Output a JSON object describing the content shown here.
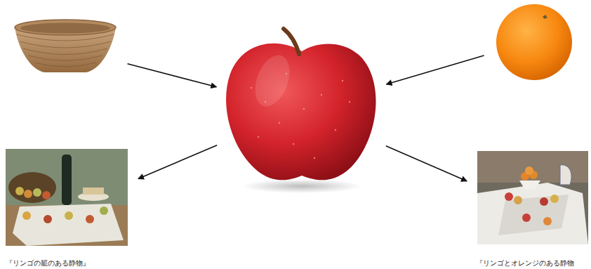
{
  "diagram": {
    "nodes": [
      {
        "text": []
      },
      {
        "text": []
      },
      {
        "text": []
      },
      {
        "text": [
          "『リンゴの籠のある静物』"
        ]
      },
      {
        "text": [
          "『リンゴとオレンジのある静物"
        ]
      }
    ],
    "edges": [
      {
        "from": 0,
        "to": 1,
        "arrow": "to"
      },
      {
        "from": 2,
        "to": 1,
        "arrow": "to"
      },
      {
        "from": 1,
        "to": 3,
        "arrow": "to"
      },
      {
        "from": 1,
        "to": 4,
        "arrow": "to"
      }
    ]
  }
}
